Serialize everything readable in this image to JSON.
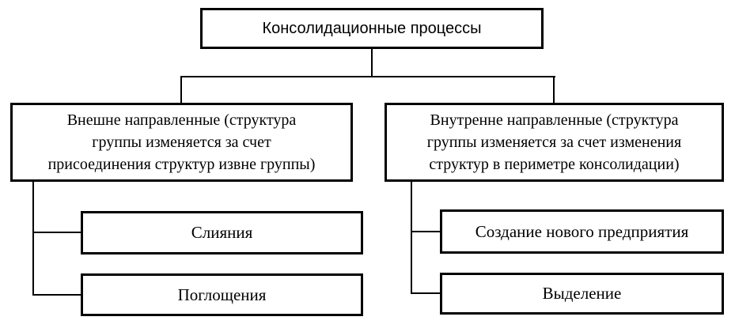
{
  "diagram": {
    "colors": {
      "line": "#000000",
      "box_border": "#000000",
      "box_fill": "#ffffff",
      "text": "#000000",
      "background": "#ffffff"
    },
    "root": {
      "label": "Консолидационные процессы"
    },
    "branches": [
      {
        "lines": [
          "Внешне направленные (структура",
          "группы изменяется за счет",
          "присоединения структур извне группы)"
        ],
        "children": [
          {
            "label": "Слияния"
          },
          {
            "label": "Поглощения"
          }
        ]
      },
      {
        "lines": [
          "Внутренне направленные (структура",
          "группы изменяется за счет изменения",
          "структур в периметре консолидации)"
        ],
        "children": [
          {
            "label": "Создание нового предприятия"
          },
          {
            "label": "Выделение"
          }
        ]
      }
    ]
  }
}
